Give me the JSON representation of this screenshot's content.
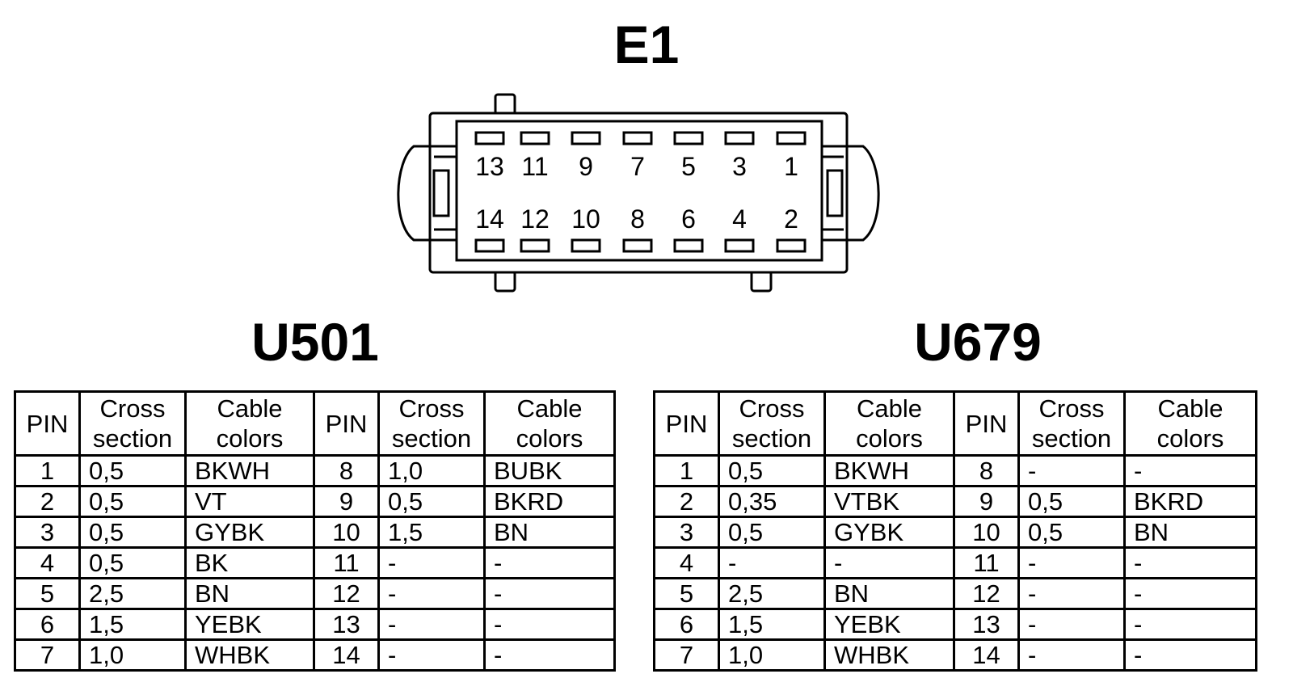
{
  "connector": {
    "title": "E1",
    "top_row_pins": [
      "13",
      "11",
      "9",
      "7",
      "5",
      "3",
      "1"
    ],
    "bottom_row_pins": [
      "14",
      "12",
      "10",
      "8",
      "6",
      "4",
      "2"
    ]
  },
  "headers": [
    "PIN",
    "Cross\nsection",
    "Cable\ncolors",
    "PIN",
    "Cross\nsection",
    "Cable\ncolors"
  ],
  "tables": [
    {
      "title": "U501",
      "rows": [
        [
          "1",
          "0,5",
          "BKWH",
          "8",
          "1,0",
          "BUBK"
        ],
        [
          "2",
          "0,5",
          "VT",
          "9",
          "0,5",
          "BKRD"
        ],
        [
          "3",
          "0,5",
          "GYBK",
          "10",
          "1,5",
          "BN"
        ],
        [
          "4",
          "0,5",
          "BK",
          "11",
          "-",
          "-"
        ],
        [
          "5",
          "2,5",
          "BN",
          "12",
          "-",
          "-"
        ],
        [
          "6",
          "1,5",
          "YEBK",
          "13",
          "-",
          "-"
        ],
        [
          "7",
          "1,0",
          "WHBK",
          "14",
          "-",
          "-"
        ]
      ]
    },
    {
      "title": "U679",
      "rows": [
        [
          "1",
          "0,5",
          "BKWH",
          "8",
          "-",
          "-"
        ],
        [
          "2",
          "0,35",
          "VTBK",
          "9",
          "0,5",
          "BKRD"
        ],
        [
          "3",
          "0,5",
          "GYBK",
          "10",
          "0,5",
          "BN"
        ],
        [
          "4",
          "-",
          "-",
          "11",
          "-",
          "-"
        ],
        [
          "5",
          "2,5",
          "BN",
          "12",
          "-",
          "-"
        ],
        [
          "6",
          "1,5",
          "YEBK",
          "13",
          "-",
          "-"
        ],
        [
          "7",
          "1,0",
          "WHBK",
          "14",
          "-",
          "-"
        ]
      ]
    }
  ]
}
